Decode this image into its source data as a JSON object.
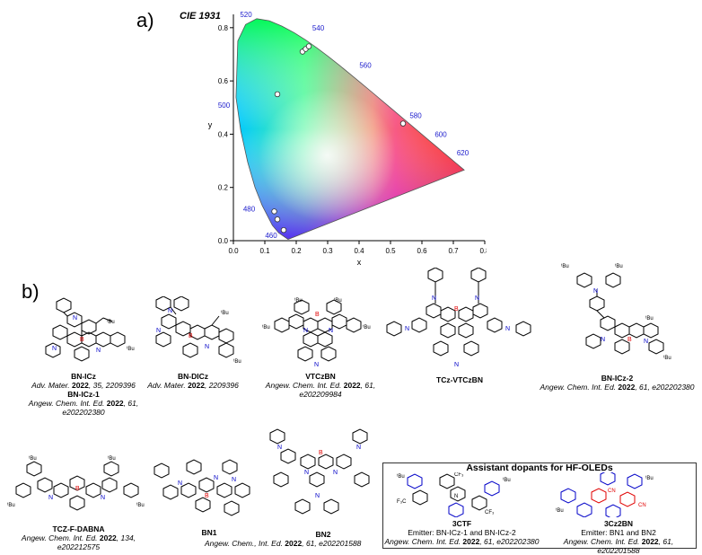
{
  "panel_a_label": "a)",
  "panel_b_label": "b)",
  "chart_data": {
    "type": "scatter",
    "title": "CIE 1931",
    "xlabel": "x",
    "ylabel": "y",
    "xlim": [
      0.0,
      0.8
    ],
    "ylim": [
      0.0,
      0.85
    ],
    "x_ticks": [
      "0.0",
      "0.1",
      "0.2",
      "0.3",
      "0.4",
      "0.5",
      "0.6",
      "0.7",
      "0.8"
    ],
    "y_ticks": [
      "0.0",
      "0.2",
      "0.4",
      "0.6",
      "0.8"
    ],
    "wavelength_labels": [
      "460",
      "480",
      "500",
      "520",
      "540",
      "560",
      "580",
      "600",
      "620"
    ],
    "points": [
      {
        "x": 0.13,
        "y": 0.11
      },
      {
        "x": 0.14,
        "y": 0.08
      },
      {
        "x": 0.16,
        "y": 0.04
      },
      {
        "x": 0.14,
        "y": 0.55
      },
      {
        "x": 0.22,
        "y": 0.71
      },
      {
        "x": 0.23,
        "y": 0.72
      },
      {
        "x": 0.24,
        "y": 0.73
      },
      {
        "x": 0.54,
        "y": 0.44
      }
    ],
    "grid": false
  },
  "structures_row1": [
    {
      "name": "BN-ICz",
      "ref_lines": [
        [
          "Adv. Mater. ",
          "2022",
          ", 35, 2209396"
        ]
      ],
      "name2": "BN-ICz-1",
      "ref2": [
        [
          "Angew. Chem. Int. Ed. ",
          "2022",
          ", 61, e202202380"
        ]
      ]
    },
    {
      "name": "BN-DICz",
      "ref_lines": [
        [
          "Adv. Mater. ",
          "2022",
          ", 2209396"
        ]
      ]
    },
    {
      "name": "VTCzBN",
      "ref_lines": [
        [
          "Angew. Chem. Int. Ed. ",
          "2022",
          ", 61, e202209984"
        ]
      ]
    },
    {
      "name": "TCz-VTCzBN",
      "ref_lines": []
    },
    {
      "name": "BN-ICz-2",
      "ref_lines": [
        [
          "Angew. Chem. Int. Ed. ",
          "2022",
          ", 61, e202202380"
        ]
      ]
    }
  ],
  "structures_row2": [
    {
      "name": "TCZ-F-DABNA",
      "ref": [
        "Angew. Chem. Int. Ed. ",
        "2022",
        ", 134, e202212575"
      ]
    },
    {
      "name": "BN1",
      "ref": []
    },
    {
      "name": "BN2",
      "ref": [
        "Angew. Chem., Int. Ed. ",
        "2022",
        ", 61, e202201588"
      ]
    }
  ],
  "assistant_box": {
    "title": "Assistant dopants for HF-OLEDs",
    "items": [
      {
        "name": "3CTF",
        "emitter": "Emitter: BN-ICz-1 and BN-ICz-2",
        "ref": [
          "Angew. Chem. Int. Ed. ",
          "2022",
          ", 61, e202202380"
        ]
      },
      {
        "name": "3Cz2BN",
        "emitter": "Emitter: BN1 and BN2",
        "ref": [
          "Angew. Chem. Int. Ed. ",
          "2022",
          ", 61, e202201588"
        ]
      }
    ]
  },
  "atom_labels": {
    "N": "N",
    "B": "B",
    "tBu": "ᵗBu",
    "CF3": "CF₃",
    "F3C": "F₃C",
    "CN": "CN"
  }
}
